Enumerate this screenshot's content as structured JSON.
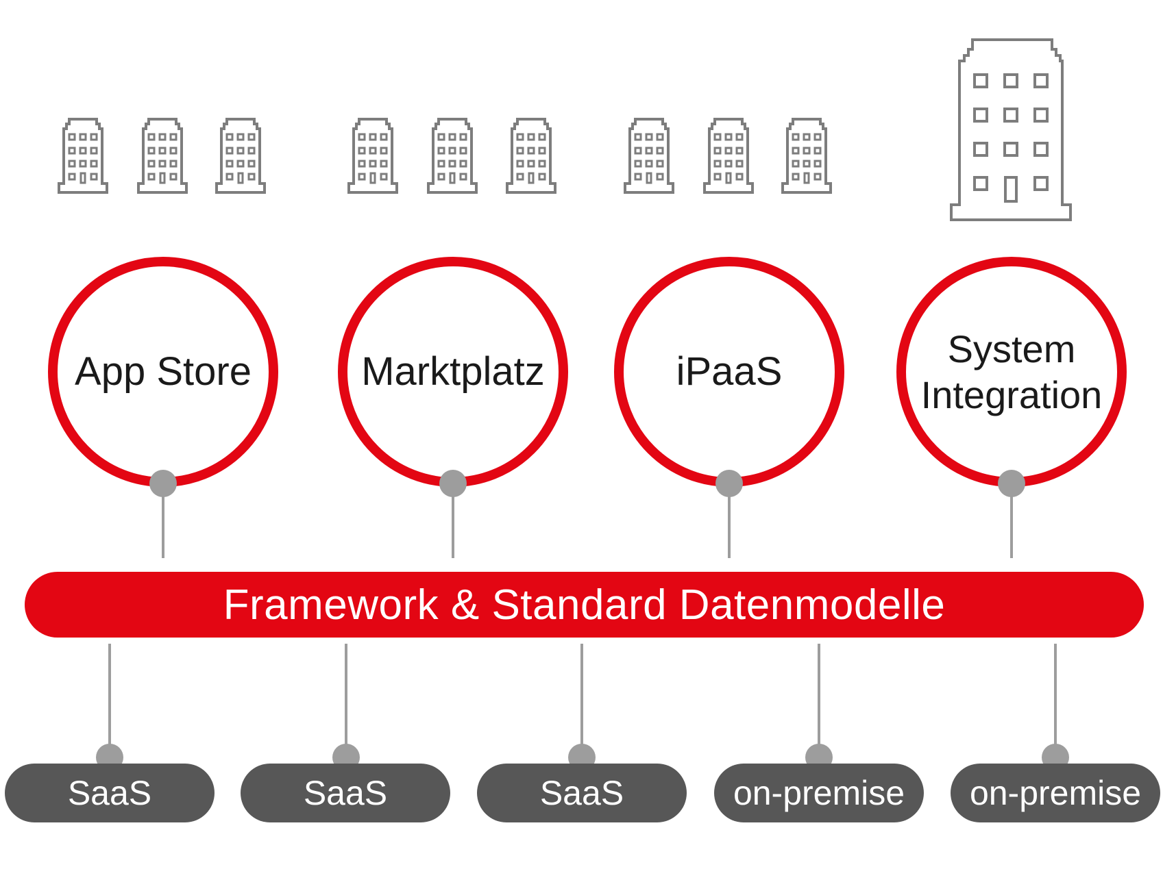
{
  "colors": {
    "accent_red": "#e30613",
    "building_stroke": "#7d7d7d",
    "connector_gray": "#9d9d9d",
    "pill_dark": "#575757",
    "text_dark": "#1a1a1a",
    "text_light": "#ffffff"
  },
  "buildings": {
    "small_groups": [
      {
        "icon": "building-icon",
        "count": 3
      },
      {
        "icon": "building-icon",
        "count": 3
      },
      {
        "icon": "building-icon",
        "count": 3
      }
    ],
    "large": {
      "icon": "large-building-icon",
      "count": 1
    }
  },
  "circles": [
    {
      "label": "App Store"
    },
    {
      "label": "Marktplatz"
    },
    {
      "label": "iPaaS"
    },
    {
      "label": "System\nIntegration"
    }
  ],
  "framework_bar": {
    "label": "Framework & Standard Datenmodelle"
  },
  "deployments": [
    {
      "label": "SaaS"
    },
    {
      "label": "SaaS"
    },
    {
      "label": "SaaS"
    },
    {
      "label": "on-premise"
    },
    {
      "label": "on-premise"
    }
  ]
}
